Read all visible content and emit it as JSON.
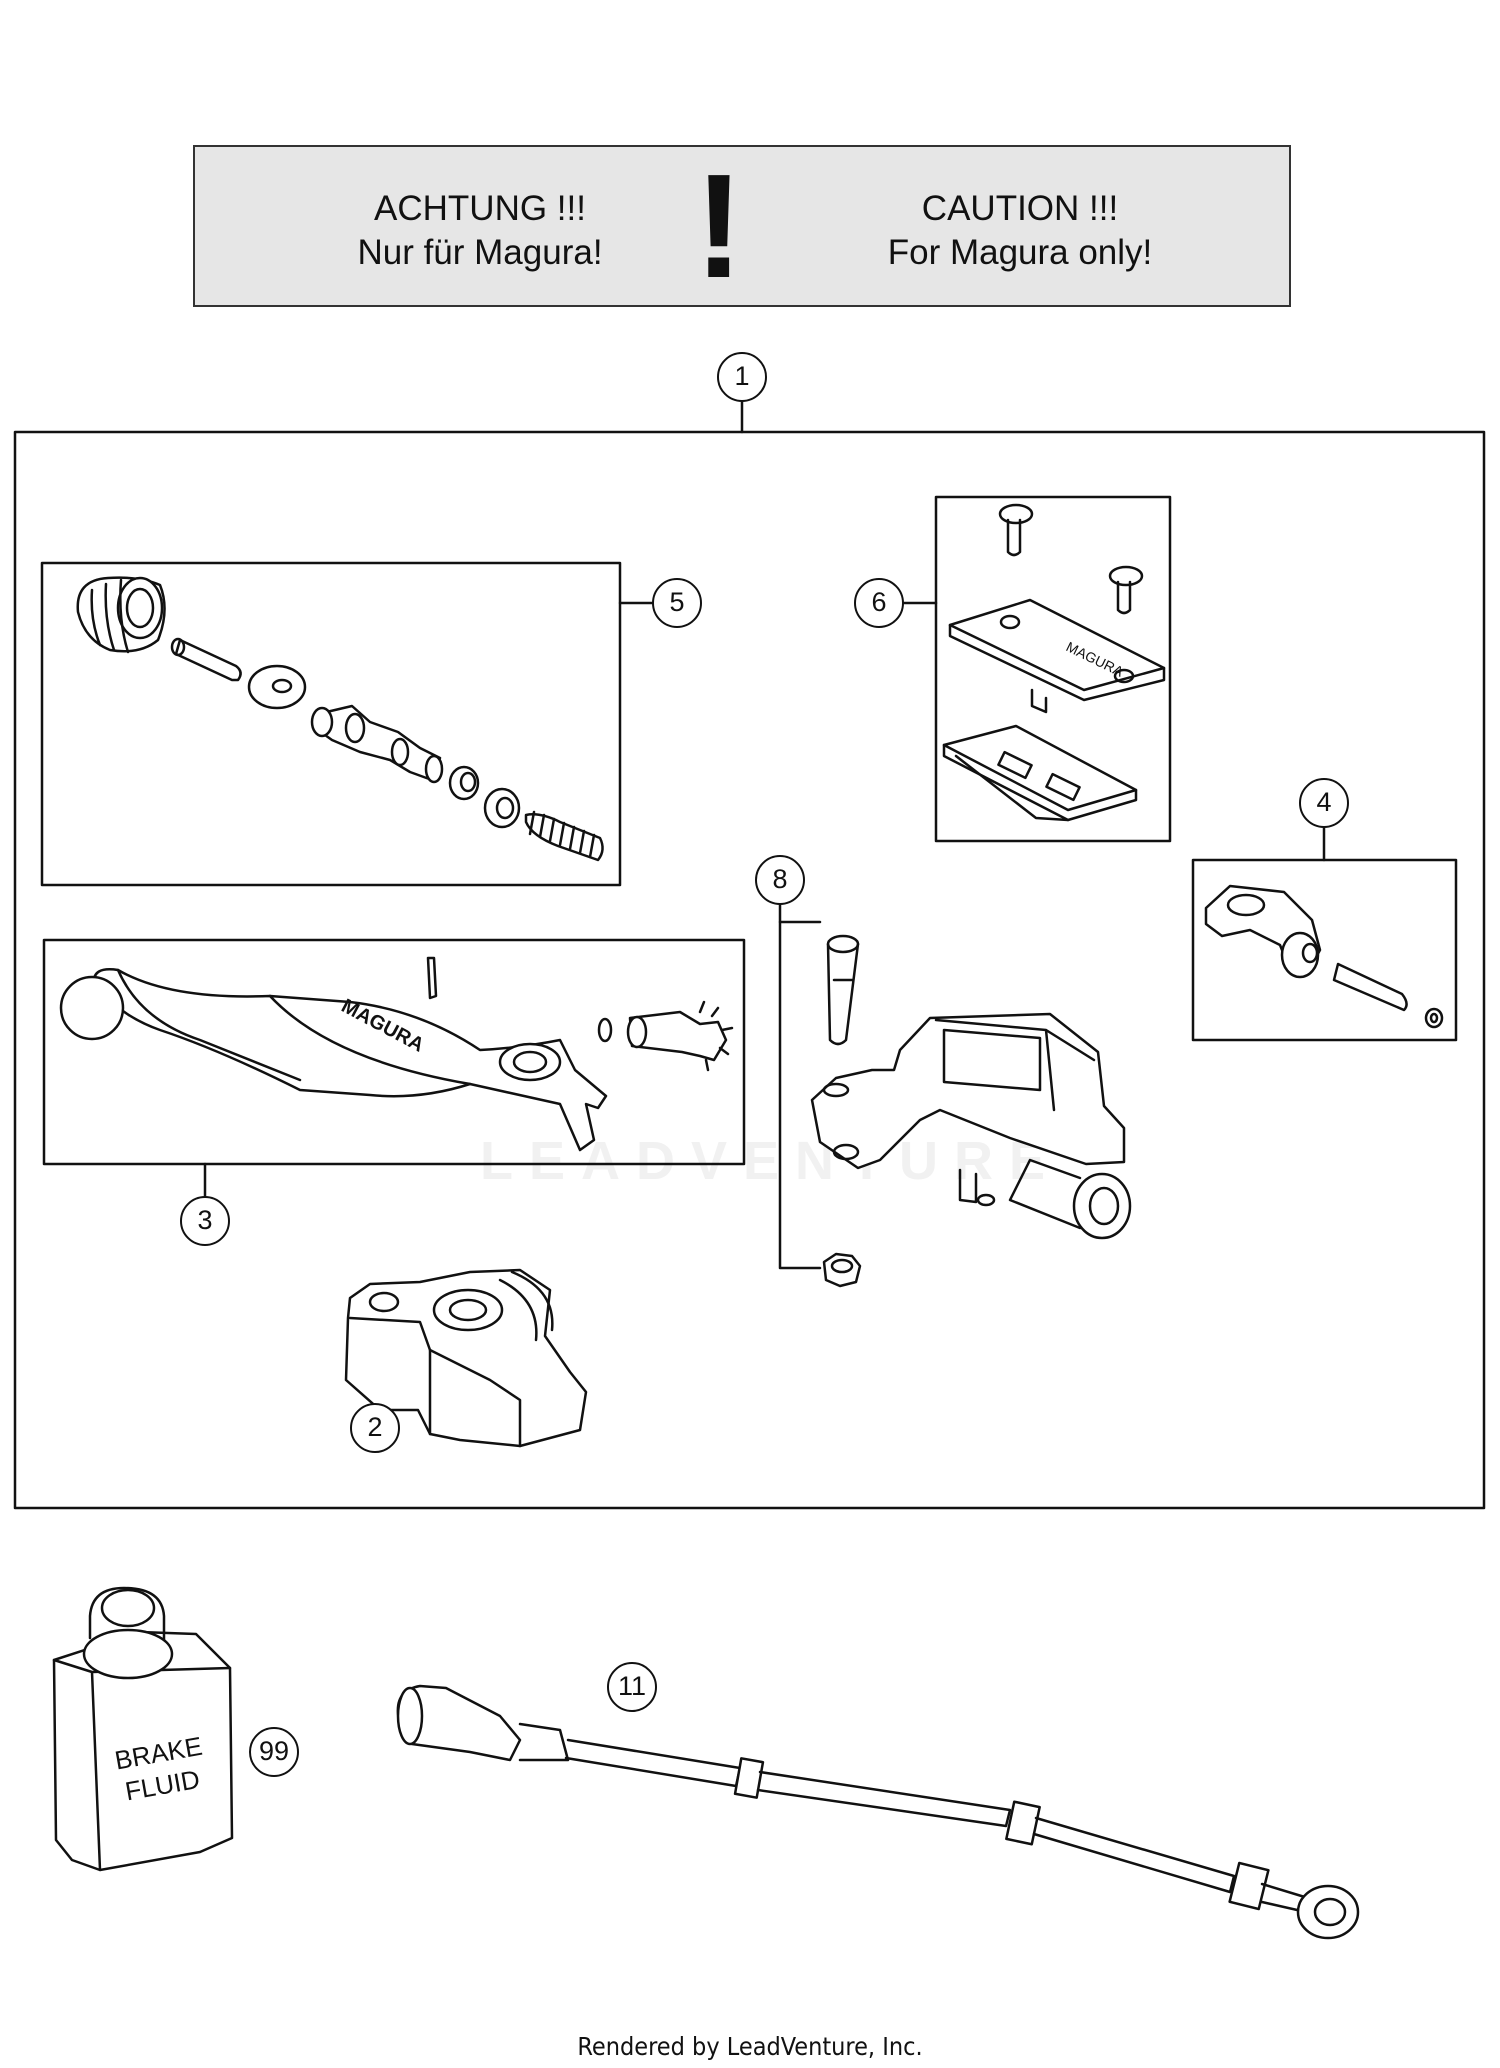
{
  "caution": {
    "de_line1": "ACHTUNG !!!",
    "de_line2": "Nur für Magura!",
    "symbol": "!",
    "en_line1": "CAUTION !!!",
    "en_line2": "For Magura only!"
  },
  "callouts": {
    "c1": "1",
    "c2": "2",
    "c3": "3",
    "c4": "4",
    "c5": "5",
    "c6": "6",
    "c8": "8",
    "c11": "11",
    "c99": "99"
  },
  "labels": {
    "lever_brand": "MAGURA",
    "bottle_line1": "BRAKE",
    "bottle_line2": "FLUID"
  },
  "watermark": "LEADVENTURE",
  "footer": "Rendered by LeadVenture, Inc."
}
